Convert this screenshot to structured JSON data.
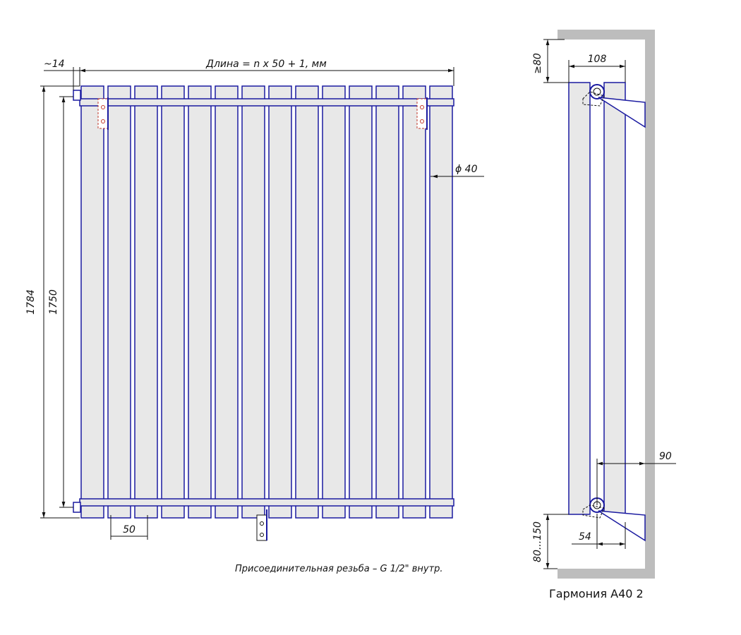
{
  "front_view": {
    "overall_length": "Длина = n x 50 + 1, мм",
    "offset_left": "~14",
    "tube_diameter": "ϕ 40",
    "height_total": "1784",
    "height_axis": "1750",
    "tube_pitch": "50",
    "tube_count": 14
  },
  "connection_note": "Присоединительная резьба – G 1/2\" внутр.",
  "side_view": {
    "top_clearance": "≥80",
    "depth": "108",
    "wall_distance": "90",
    "bottom_clearance": "80...150",
    "bracket_depth": "54"
  },
  "model_caption": "Гармония А40 2",
  "colors": {
    "outline": "#1a1aa0",
    "fill": "#e8e8e8",
    "wall": "#bdbdbd",
    "dim_line": "#111111"
  }
}
